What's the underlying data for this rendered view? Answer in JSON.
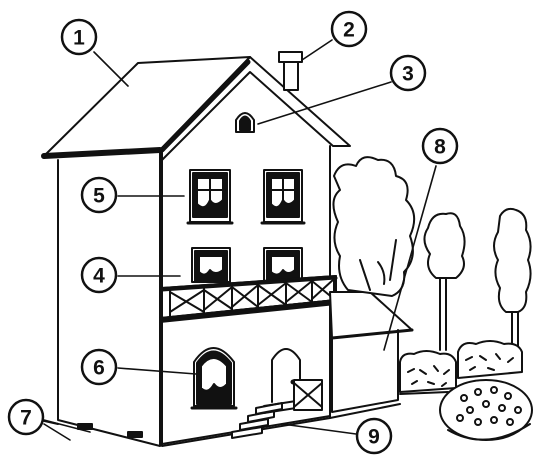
{
  "colors": {
    "ink": "#111111",
    "paper": "#ffffff"
  },
  "callouts": [
    {
      "label": "1",
      "points_to": "roof"
    },
    {
      "label": "2",
      "points_to": "chimney"
    },
    {
      "label": "3",
      "points_to": "attic vent"
    },
    {
      "label": "4",
      "points_to": "balcony"
    },
    {
      "label": "5",
      "points_to": "upper window"
    },
    {
      "label": "6",
      "points_to": "ground floor window"
    },
    {
      "label": "7",
      "points_to": "foundation"
    },
    {
      "label": "8",
      "points_to": "garage"
    },
    {
      "label": "9",
      "points_to": "front steps"
    }
  ]
}
